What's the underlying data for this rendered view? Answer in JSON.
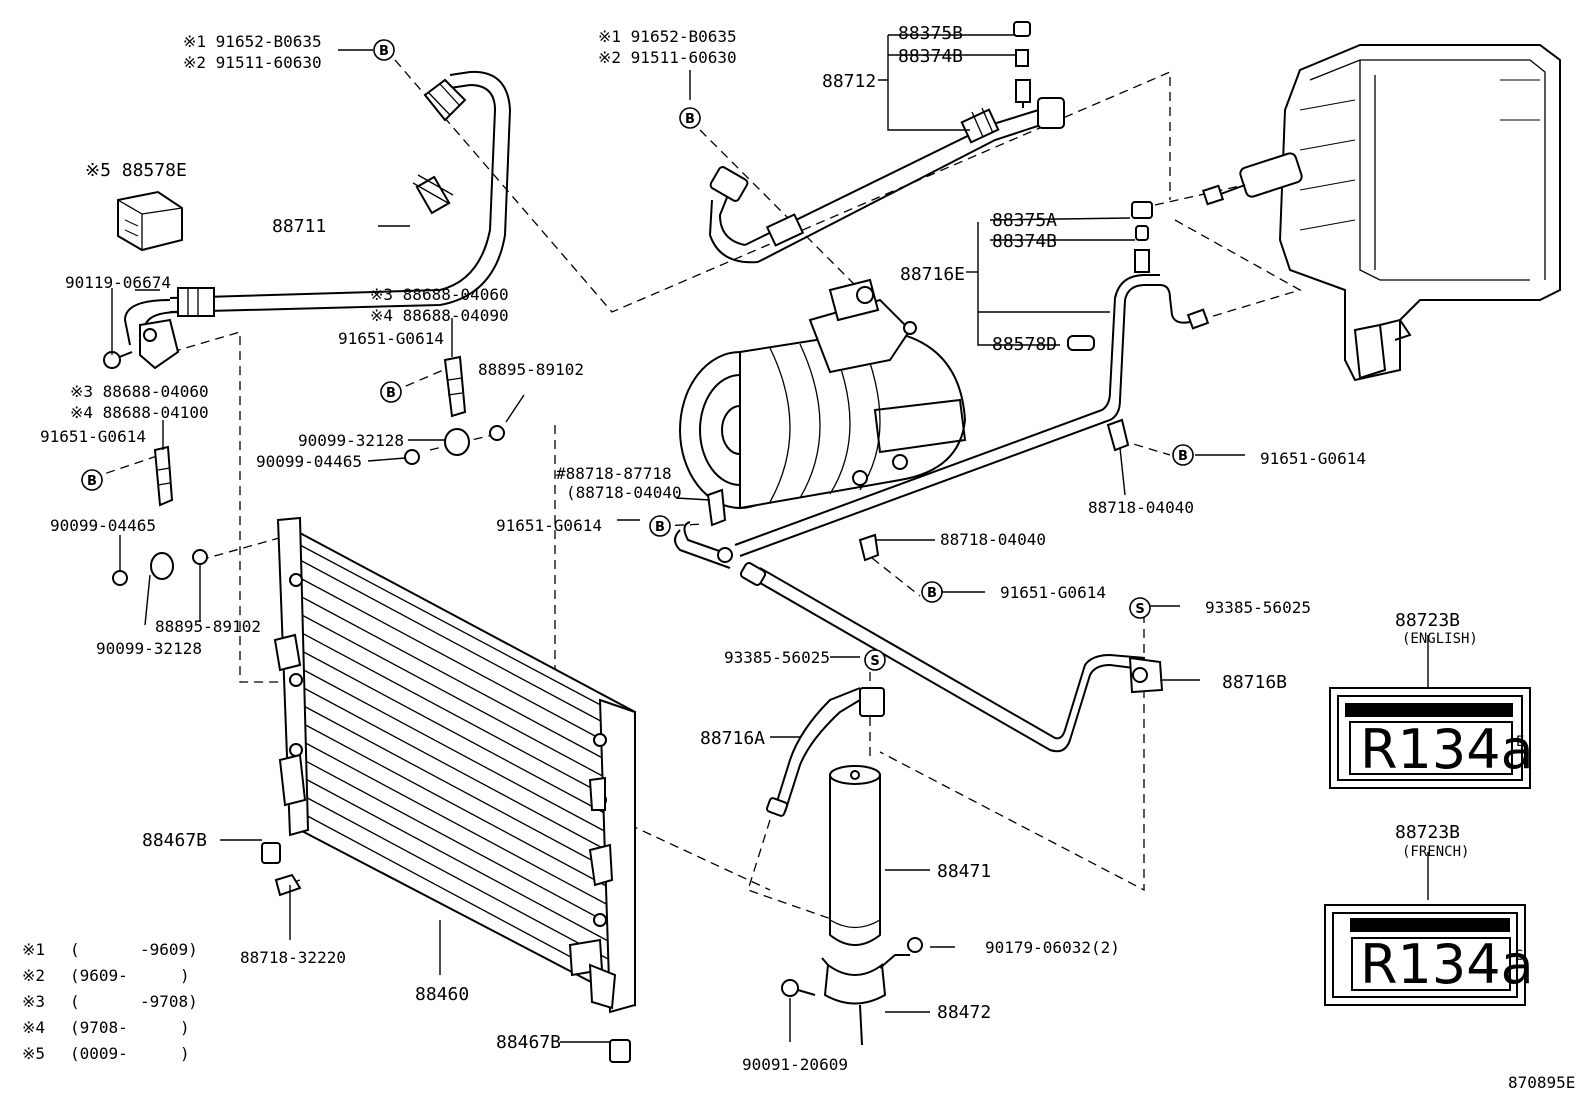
{
  "labels": {
    "fn1_a": "※1 91652-B0635",
    "fn2_a": "※2 91511-60630",
    "fn1_b": "※1 91652-B0635",
    "fn2_b": "※2 91511-60630",
    "p88375B": "88375B",
    "p88374B": "88374B",
    "p88712": "88712",
    "p88578E": "※5 88578E",
    "p88711": "88711",
    "p88375A": "88375A",
    "p88374B_2": "88374B",
    "p88716E": "88716E",
    "p88578D": "88578D",
    "p90119": "90119-06674",
    "fn3_a": "※3 88688-04060",
    "fn4_a": "※4 88688-04090",
    "p91651_a": "91651-G0614",
    "p88895_a": "88895-89102",
    "fn3_b": "※3 88688-04060",
    "fn4_b": "※4 88688-04100",
    "p91651_b": "91651-G0614",
    "p90099_32128_a": "90099-32128",
    "p90099_04465_a": "90099-04465",
    "p88718_87718": "#88718-87718",
    "p88718_04040_paren": "(88718-04040",
    "p91651_c": "91651-G0614",
    "p91651_d": "91651-G0614",
    "p88718_04040_a": "88718-04040",
    "p90099_04465_b": "90099-04465",
    "p88718_04040_b": "88718-04040",
    "p91651_e": "91651-G0614",
    "p88895_b": "88895-89102",
    "p90099_32128_b": "90099-32128",
    "p93385_a": "93385-56025",
    "p93385_b": "93385-56025",
    "p88723B_en": "88723B",
    "p_english": "(ENGLISH)",
    "p88716B": "88716B",
    "p88716A": "88716A",
    "p88467B_a": "88467B",
    "p88471": "88471",
    "p88723B_fr": "88723B",
    "p_french": "(FRENCH)",
    "p88718_32220": "88718-32220",
    "p90179": "90179-06032(2)",
    "p88460": "88460",
    "p88472": "88472",
    "p88467B_b": "88467B",
    "p90091": "90091-20609",
    "diagram_code": "870895E"
  },
  "badges": {
    "b": "B",
    "s": "S"
  },
  "plates": {
    "english": {
      "text": "R134a",
      "corner": "E"
    },
    "french": {
      "text": "R134a",
      "corner": "G"
    }
  },
  "notes": [
    {
      "mark": "※1",
      "from": "(",
      "to": "-9609)"
    },
    {
      "mark": "※2",
      "from": "(9609-",
      "to": ")"
    },
    {
      "mark": "※3",
      "from": "(",
      "to": "-9708)"
    },
    {
      "mark": "※4",
      "from": "(9708-",
      "to": ")"
    },
    {
      "mark": "※5",
      "from": "(0009-",
      "to": ")"
    }
  ]
}
